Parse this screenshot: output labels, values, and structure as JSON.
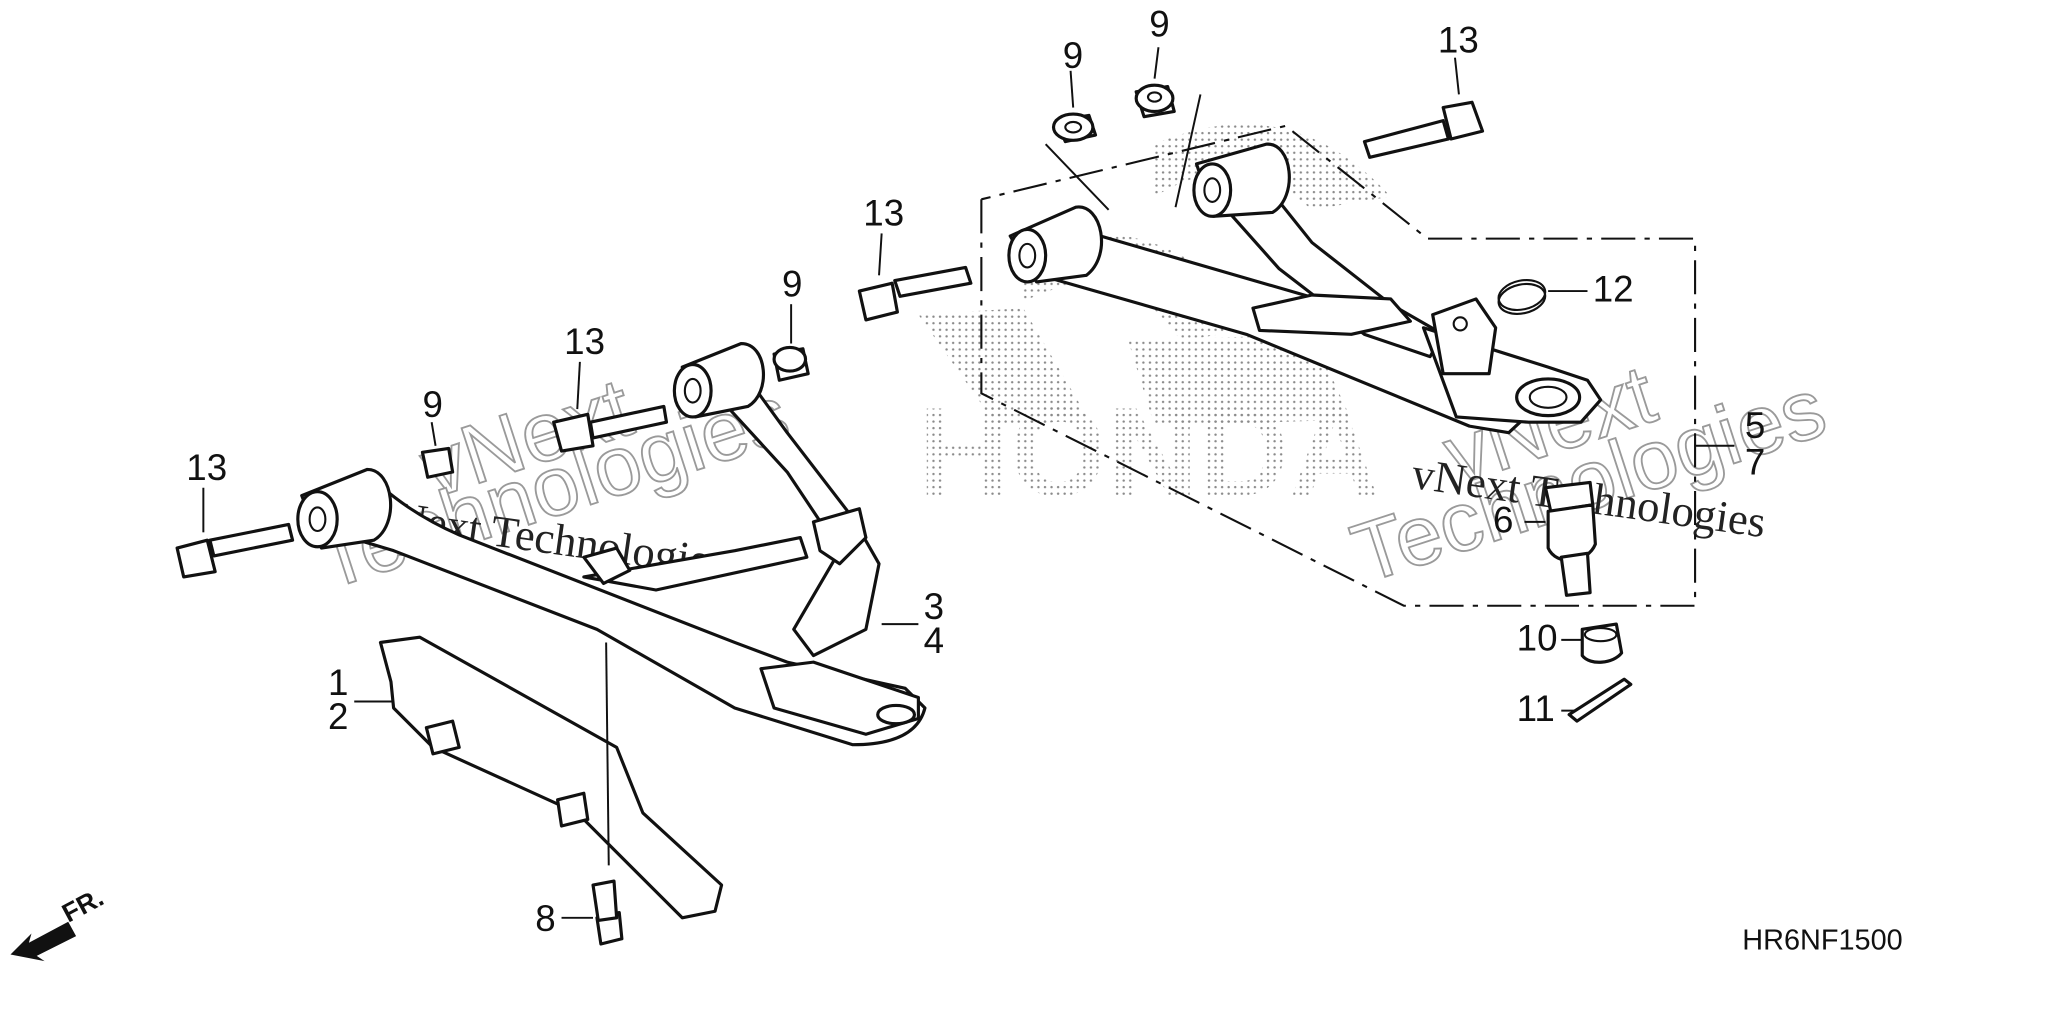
{
  "callouts": {
    "c1": "1",
    "c2": "2",
    "c3": "3",
    "c4": "4",
    "c5": "5",
    "c6": "6",
    "c7": "7",
    "c8": "8",
    "c9a": "9",
    "c9b": "9",
    "c9c": "9",
    "c9d": "9",
    "c10": "10",
    "c11": "11",
    "c12": "12",
    "c13a": "13",
    "c13b": "13",
    "c13c": "13",
    "c13d": "13"
  },
  "diagram_code": "HR6NF1500",
  "front_marker": "FR.",
  "watermarks": {
    "brand": "HONDA",
    "vnext_1": "vNext",
    "tech_1": "Technologies",
    "vnext_2": "vNext",
    "tech_2": "Technologies",
    "serif_1": "vNext Technologies",
    "serif_2": "vNext Technologies"
  },
  "icons": {
    "front_arrow": "front-direction-arrow-icon"
  }
}
